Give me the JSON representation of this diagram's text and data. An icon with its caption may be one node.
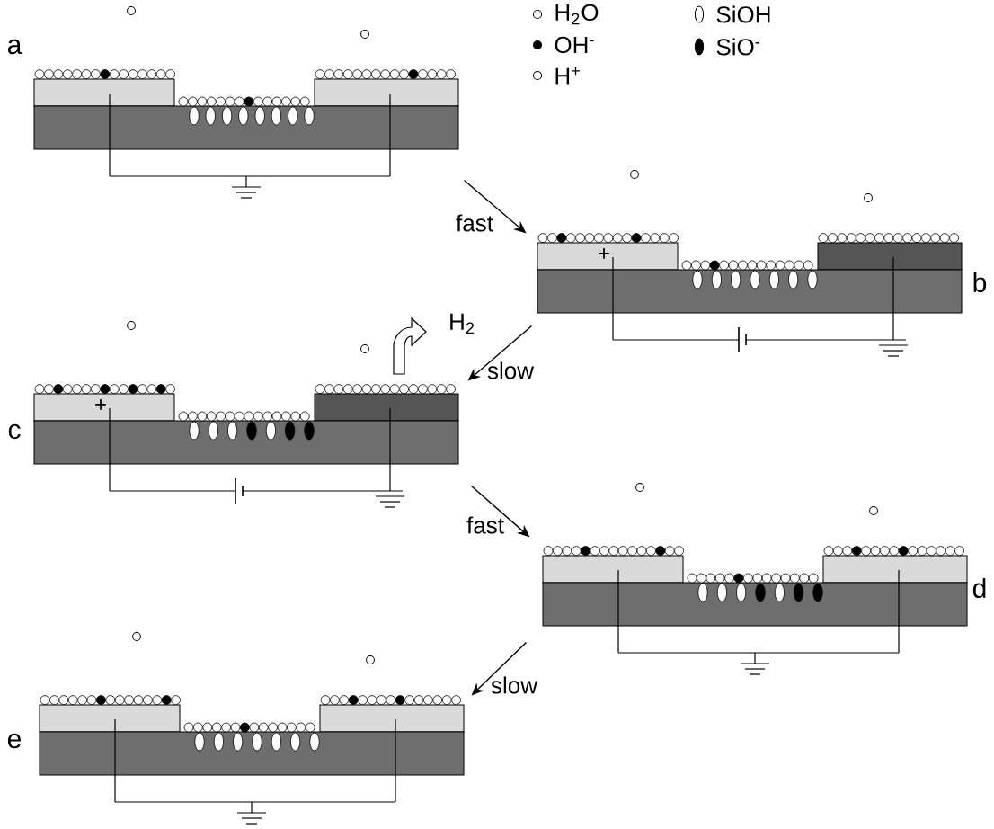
{
  "diagram": {
    "nodes": [
      {
        "text": [],
        "shape": "box",
        "beside": [
          "a"
        ]
      },
      {
        "text": [],
        "shape": "box",
        "beside": [
          "b"
        ]
      },
      {
        "text": [],
        "shape": "box",
        "beside": [
          "c"
        ]
      },
      {
        "text": [],
        "shape": "box",
        "beside": [
          "d"
        ]
      },
      {
        "text": [],
        "shape": "box",
        "beside": [
          "e"
        ]
      }
    ],
    "edges": [
      {
        "from": 0,
        "to": 1,
        "arrow": "to",
        "label": "fast"
      },
      {
        "from": 1,
        "to": 2,
        "arrow": "to",
        "label": "slow"
      },
      {
        "from": 2,
        "to": 3,
        "arrow": "to",
        "label": "fast"
      },
      {
        "from": 3,
        "to": 4,
        "arrow": "to",
        "label": "slow"
      }
    ],
    "labels": [
      "+",
      "+",
      "H$_{2}$"
    ],
    "legend": [
      {
        "text": "H$_{2}$O"
      },
      {
        "text": "OH$^{-}$"
      },
      {
        "text": "H$^{+}$"
      },
      {
        "text": "SiOH"
      },
      {
        "text": "SiO$^{-}$"
      }
    ]
  }
}
